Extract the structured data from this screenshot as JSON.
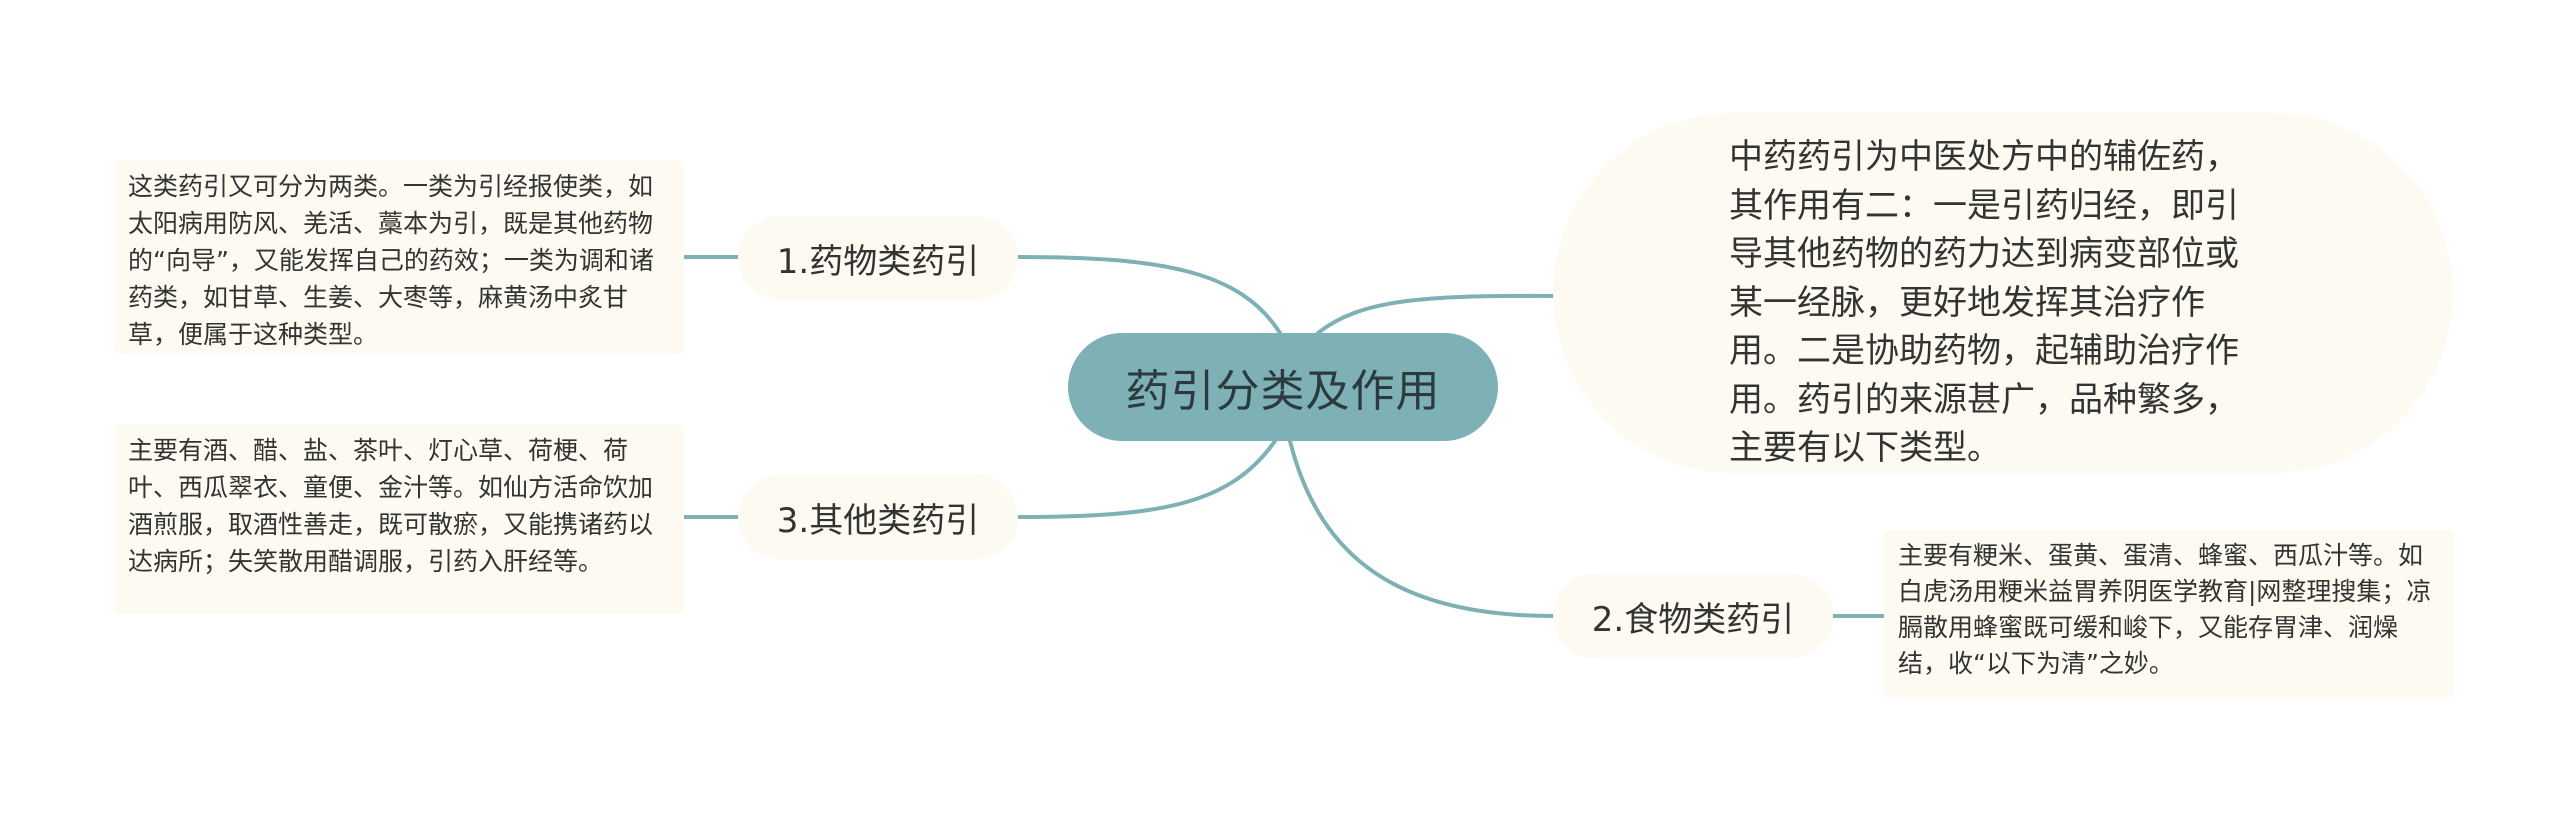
{
  "central_topic": "药引分类及作用",
  "intro": "中药药引为中医处方中的辅佐药，其作用有二：一是引药归经，即引导其他药物的药力达到病变部位或某一经脉，更好地发挥其治疗作用。二是协助药物，起辅助治疗作用。药引的来源甚广，品种繁多，主要有以下类型。",
  "branches": [
    {
      "label": "1.药物类药引",
      "description": "这类药引又可分为两类。一类为引经报使类，如太阳病用防风、羌活、藁本为引，既是其他药物的“向导”，又能发挥自己的药效；一类为调和诸药类，如甘草、生姜、大枣等，麻黄汤中炙甘草，便属于这种类型。"
    },
    {
      "label": "2.食物类药引",
      "description": "主要有粳米、蛋黄、蛋清、蜂蜜、西瓜汁等。如白虎汤用粳米益胃养阴医学教育|网整理搜集；凉膈散用蜂蜜既可缓和峻下，又能存胃津、润燥结，收“以下为清”之妙。"
    },
    {
      "label": "3.其他类药引",
      "description": "主要有酒、醋、盐、茶叶、灯心草、荷梗、荷叶、西瓜翠衣、童便、金汁等。如仙方活命饮加酒煎服，取酒性善走，既可散瘀，又能携诸药以达病所；失笑散用醋调服，引药入肝经等。"
    }
  ],
  "colors": {
    "connector": "#7eb1b5",
    "central_fill": "#7eb1b5",
    "node_fill": "#fdfbf1",
    "text": "#333333"
  }
}
